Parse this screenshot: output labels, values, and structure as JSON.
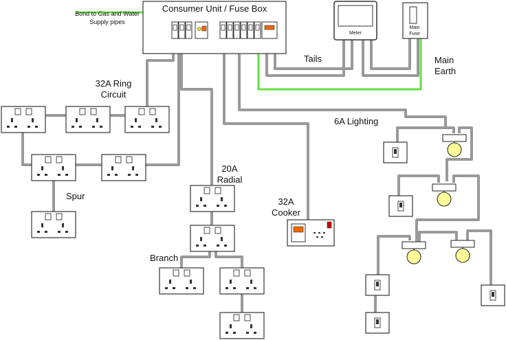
{
  "labels": {
    "consumer_unit": "Consumer Unit / Fuse Box",
    "bond_line1": "Bond to Gas and Water",
    "bond_line2": "Supply pipes",
    "meter": "Meter",
    "main_fuse_line1": "Main",
    "main_fuse_line2": "Fuse",
    "tails": "Tails",
    "main_earth_line1": "Main",
    "main_earth_line2": "Earth",
    "ring_line1": "32A Ring",
    "ring_line2": "Circuit",
    "spur": "Spur",
    "radial_line1": "20A",
    "radial_line2": "Radial",
    "branch": "Branch",
    "cooker_line1": "32A",
    "cooker_line2": "Cooker",
    "lighting": "6A Lighting"
  },
  "colors": {
    "cable": "#999999",
    "earth": "#66dd44",
    "outline": "#333333",
    "switch_on": "#ee6600",
    "cooker_neon": "#cc0000",
    "bulb": "#ffff99"
  }
}
